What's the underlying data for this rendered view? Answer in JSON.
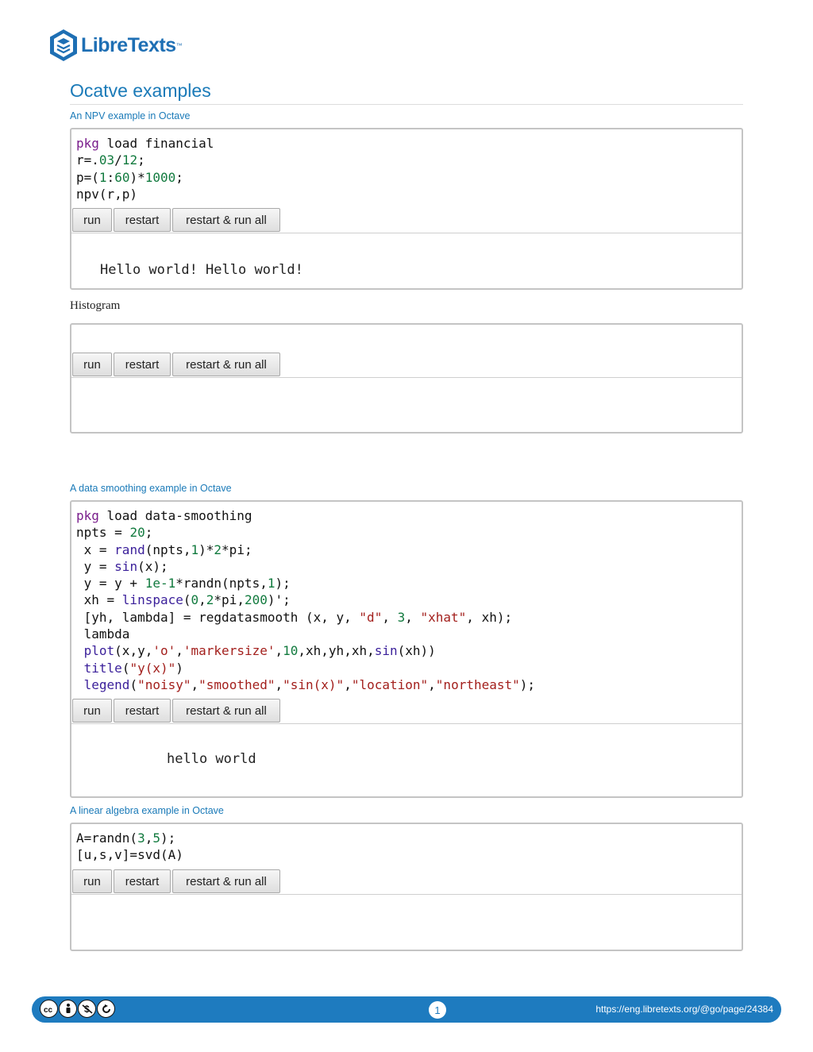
{
  "brand": {
    "name": "LibreTexts",
    "tm": "™"
  },
  "page": {
    "title": "Ocatve examples"
  },
  "sections": {
    "npv": {
      "label": "An NPV example in Octave",
      "output": "Hello world! Hello world!"
    },
    "histogram": {
      "label": "Histogram"
    },
    "smoothing": {
      "label": "A data smoothing example in Octave",
      "output": "hello world"
    },
    "linalg": {
      "label": "A linear algebra example in Octave"
    }
  },
  "buttons": {
    "run": "run",
    "restart": "restart",
    "restart_all": "restart & run all"
  },
  "code": {
    "npv": [
      [
        [
          "kw",
          "pkg"
        ],
        [
          "",
          " load financial"
        ]
      ],
      [
        [
          "",
          "r=."
        ],
        [
          "num",
          "03"
        ],
        [
          "",
          "/"
        ],
        [
          "num",
          "12"
        ],
        [
          "",
          ";"
        ]
      ],
      [
        [
          "",
          "p=("
        ],
        [
          "num",
          "1"
        ],
        [
          "",
          ":"
        ],
        [
          "num",
          "60"
        ],
        [
          "",
          ")*"
        ],
        [
          "num",
          "1000"
        ],
        [
          "",
          ";"
        ]
      ],
      [
        [
          "",
          "npv(r,p)"
        ]
      ]
    ],
    "smoothing": [
      [
        [
          "kw",
          "pkg"
        ],
        [
          "",
          " load data-smoothing"
        ]
      ],
      [
        [
          "",
          "npts = "
        ],
        [
          "num",
          "20"
        ],
        [
          "",
          ";"
        ]
      ],
      [
        [
          "",
          " x = "
        ],
        [
          "fn",
          "rand"
        ],
        [
          "",
          "(npts,"
        ],
        [
          "num",
          "1"
        ],
        [
          "",
          ")*"
        ],
        [
          "num",
          "2"
        ],
        [
          "",
          "*pi;"
        ]
      ],
      [
        [
          "",
          " y = "
        ],
        [
          "fn",
          "sin"
        ],
        [
          "",
          "(x);"
        ]
      ],
      [
        [
          "",
          " y = y + "
        ],
        [
          "num",
          "1e-1"
        ],
        [
          "",
          "*randn(npts,"
        ],
        [
          "num",
          "1"
        ],
        [
          "",
          ");"
        ]
      ],
      [
        [
          "",
          " xh = "
        ],
        [
          "fn",
          "linspace"
        ],
        [
          "",
          "("
        ],
        [
          "num",
          "0"
        ],
        [
          "",
          ","
        ],
        [
          "num",
          "2"
        ],
        [
          "",
          "*pi,"
        ],
        [
          "num",
          "200"
        ],
        [
          "",
          ")';"
        ]
      ],
      [
        [
          "",
          " [yh, lambda] = regdatasmooth (x, y, "
        ],
        [
          "str",
          "\"d\""
        ],
        [
          "",
          ", "
        ],
        [
          "num",
          "3"
        ],
        [
          "",
          ", "
        ],
        [
          "str",
          "\"xhat\""
        ],
        [
          "",
          ", xh);"
        ]
      ],
      [
        [
          "",
          " lambda"
        ]
      ],
      [
        [
          "",
          " "
        ],
        [
          "fn",
          "plot"
        ],
        [
          "",
          "(x,y,"
        ],
        [
          "str",
          "'o'"
        ],
        [
          "",
          ","
        ],
        [
          "str",
          "'markersize'"
        ],
        [
          "",
          ","
        ],
        [
          "num",
          "10"
        ],
        [
          "",
          ",xh,yh,xh,"
        ],
        [
          "fn",
          "sin"
        ],
        [
          "",
          "(xh))"
        ]
      ],
      [
        [
          "",
          " "
        ],
        [
          "fn",
          "title"
        ],
        [
          "",
          "("
        ],
        [
          "str",
          "\"y(x)\""
        ],
        [
          "",
          ")"
        ]
      ],
      [
        [
          "",
          " "
        ],
        [
          "fn",
          "legend"
        ],
        [
          "",
          "("
        ],
        [
          "str",
          "\"noisy\""
        ],
        [
          "",
          ","
        ],
        [
          "str",
          "\"smoothed\""
        ],
        [
          "",
          ","
        ],
        [
          "str",
          "\"sin(x)\""
        ],
        [
          "",
          ","
        ],
        [
          "str",
          "\"location\""
        ],
        [
          "",
          ","
        ],
        [
          "str",
          "\"northeast\""
        ],
        [
          "",
          ");"
        ]
      ]
    ],
    "linalg": [
      [
        [
          "",
          "A=randn("
        ],
        [
          "num",
          "3"
        ],
        [
          "",
          ","
        ],
        [
          "num",
          "5"
        ],
        [
          "",
          ");"
        ]
      ],
      [
        [
          "",
          "[u,s,v]=svd(A)"
        ]
      ]
    ]
  },
  "footer": {
    "page_number": "1",
    "url": "https://eng.libretexts.org/@go/page/24384",
    "license_icons": [
      "cc-icon",
      "by-icon",
      "nc-icon",
      "sa-icon"
    ]
  },
  "colors": {
    "brand": "#1e6fb4",
    "heading": "#1a7ab8",
    "footer": "#1e7bbf"
  }
}
